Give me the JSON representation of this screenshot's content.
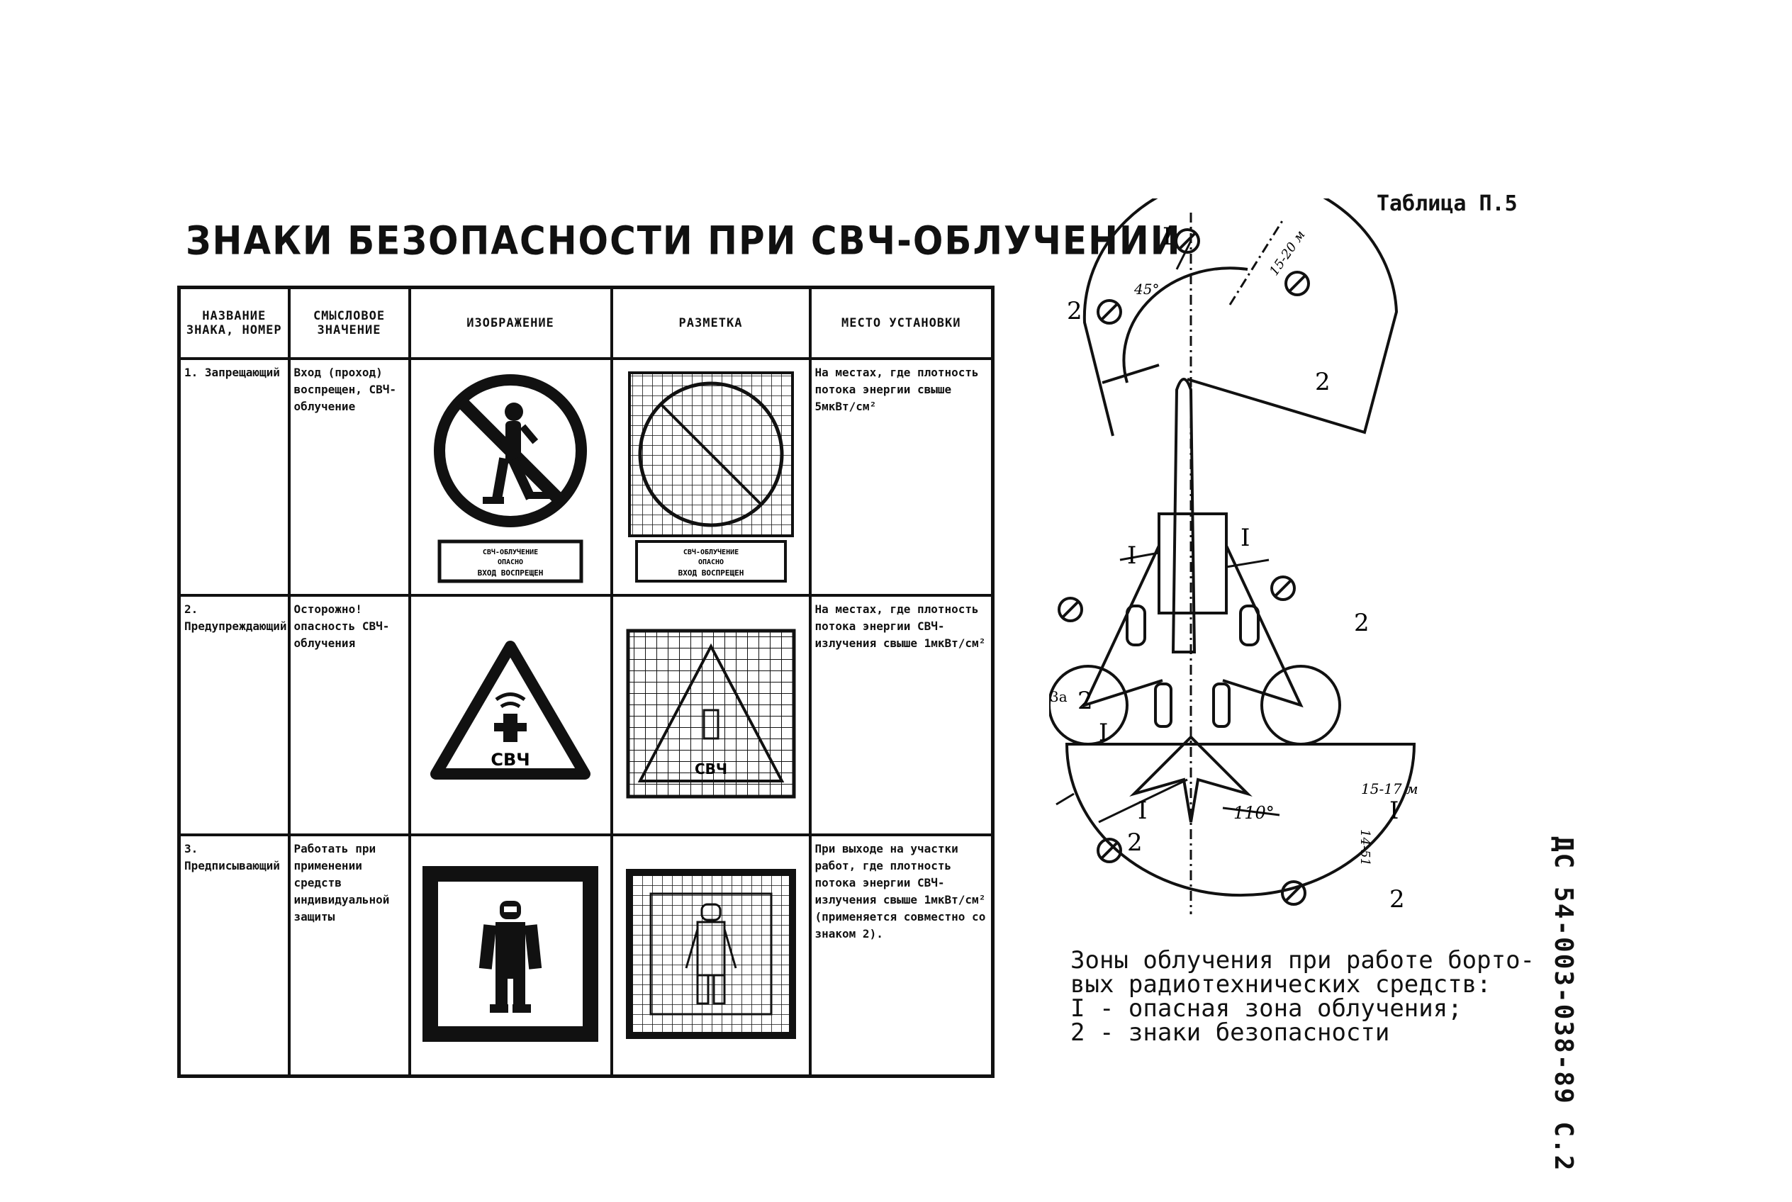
{
  "title": "ЗНАКИ БЕЗОПАСНОСТИ ПРИ СВЧ-ОБЛУЧЕНИИ",
  "table_caption": "Таблица П.5",
  "side_code": "ДС 54-003-038-89 С.2",
  "table": {
    "headers": [
      "НАЗВАНИЕ ЗНАКА, НОМЕР",
      "СМЫСЛОВОЕ ЗНАЧЕНИЕ",
      "ИЗОБРАЖЕНИЕ",
      "РАЗМЕТКА",
      "МЕСТО УСТАНОВКИ"
    ],
    "rows": [
      {
        "name": "1. Запрещающий",
        "meaning": "Вход (проход) воспрещен, СВЧ-облучение",
        "image_caption": "СВЧ-ОБЛУЧЕНИЕ ОПАСНО ВХОД ВОСПРЕЩЕН",
        "place": "На местах, где плотность потока энергии свыше 5мкВт/см²"
      },
      {
        "name": "2. Предупреждающий",
        "meaning": "Осторожно! опасность СВЧ-облучения",
        "image_caption": "СВЧ",
        "place": "На местах, где плотность потока энергии СВЧ-излучения свыше 1мкВт/см²"
      },
      {
        "name": "3. Предписывающий",
        "meaning": "Работать при применении средств индивидуальной защиты",
        "image_caption": "",
        "place": "При выходе на участки работ, где плотность потока энергии СВЧ-излучения свыше 1мкВт/см² (применяется совместно со знаком 2)."
      }
    ]
  },
  "diagram": {
    "labels": {
      "zone": "I",
      "sign": "2",
      "angle_top": "45°",
      "angle_bottom": "110°",
      "dist_top": "15-20 м",
      "dist_rear": "15-17 м",
      "dist_tail": "14-51",
      "wing": "3а"
    }
  },
  "caption_lines": [
    "Зоны облучения при работе борто-",
    "вых радиотехнических средств:",
    "I - опасная зона облучения;",
    "2 - знаки безопасности"
  ]
}
